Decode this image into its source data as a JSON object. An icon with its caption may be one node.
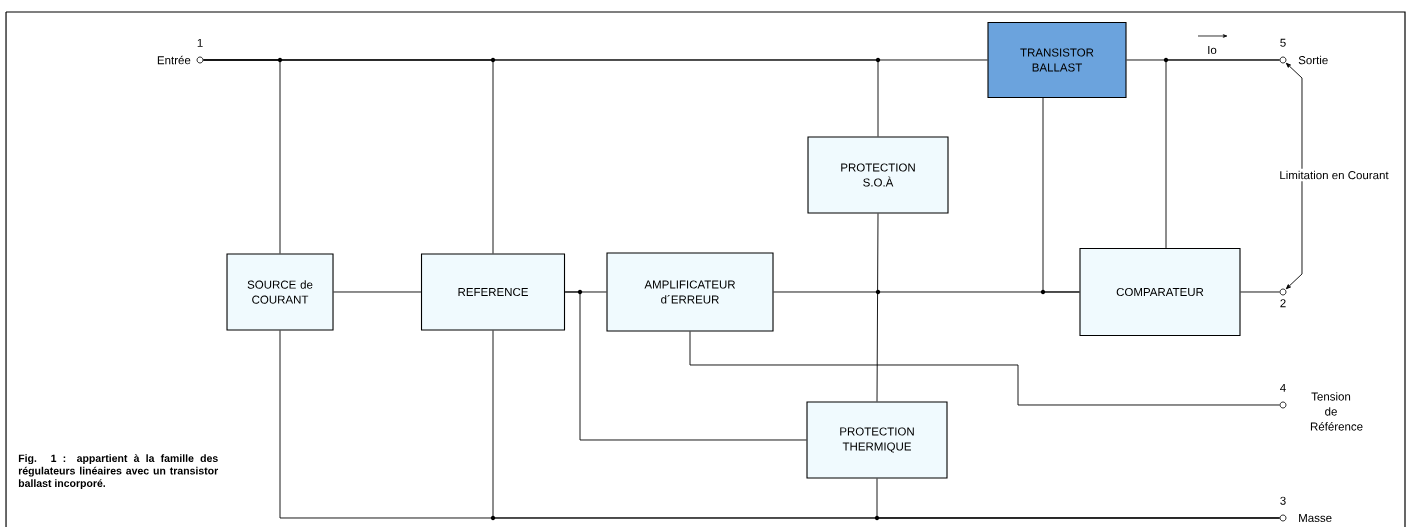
{
  "diagram": {
    "caption": "Fig. 1 : appartient à la famille des régulateurs linéaires avec un transistor ballast incorporé.",
    "nodes": [
      {
        "text": [
          "SOURCE de COURANT"
        ]
      },
      {
        "text": [
          "REFERENCE"
        ]
      },
      {
        "text": [
          "AMPLIFICATEUR d´ERREUR"
        ]
      },
      {
        "text": [
          "PROTECTION S.O.À"
        ]
      },
      {
        "text": [
          "TRANSISTOR BALLAST"
        ]
      },
      {
        "text": [
          "COMPARATEUR"
        ]
      },
      {
        "text": [
          "PROTECTION THERMIQUE"
        ]
      },
      {
        "text": [],
        "shape": "circle",
        "beside": [
          "1",
          "Entrée"
        ]
      },
      {
        "text": [],
        "shape": "circle",
        "beside": [
          "5",
          "Sortie"
        ]
      },
      {
        "text": [],
        "shape": "circle",
        "beside": [
          "2"
        ]
      },
      {
        "text": [],
        "shape": "circle",
        "beside": [
          "4",
          "Tension de Référence"
        ]
      },
      {
        "text": [],
        "shape": "circle",
        "beside": [
          "3",
          "Masse"
        ]
      }
    ],
    "edges": [
      {
        "from": 7,
        "to": 0,
        "arrow": "none"
      },
      {
        "from": 7,
        "to": 1,
        "arrow": "none"
      },
      {
        "from": 7,
        "to": 3,
        "arrow": "none"
      },
      {
        "from": 7,
        "to": 4,
        "arrow": "none"
      },
      {
        "from": 4,
        "to": 8,
        "arrow": "none"
      },
      {
        "from": 5,
        "to": 8,
        "arrow": "none"
      },
      {
        "from": 0,
        "to": 1,
        "arrow": "none"
      },
      {
        "from": 1,
        "to": 2,
        "arrow": "none"
      },
      {
        "from": 1,
        "to": 6,
        "arrow": "none"
      },
      {
        "from": 2,
        "to": 5,
        "arrow": "none"
      },
      {
        "from": 3,
        "to": 6,
        "arrow": "none"
      },
      {
        "from": 4,
        "to": 5,
        "arrow": "none"
      },
      {
        "from": 5,
        "to": 9,
        "arrow": "none"
      },
      {
        "from": 2,
        "to": 10,
        "arrow": "none"
      },
      {
        "from": 0,
        "to": 11,
        "arrow": "none"
      },
      {
        "from": 1,
        "to": 11,
        "arrow": "none"
      },
      {
        "from": 6,
        "to": 11,
        "arrow": "none"
      },
      {
        "from": 8,
        "to": 9,
        "arrow": "both",
        "label": "Limitation en Courant"
      }
    ],
    "labels": [
      "Io"
    ]
  }
}
